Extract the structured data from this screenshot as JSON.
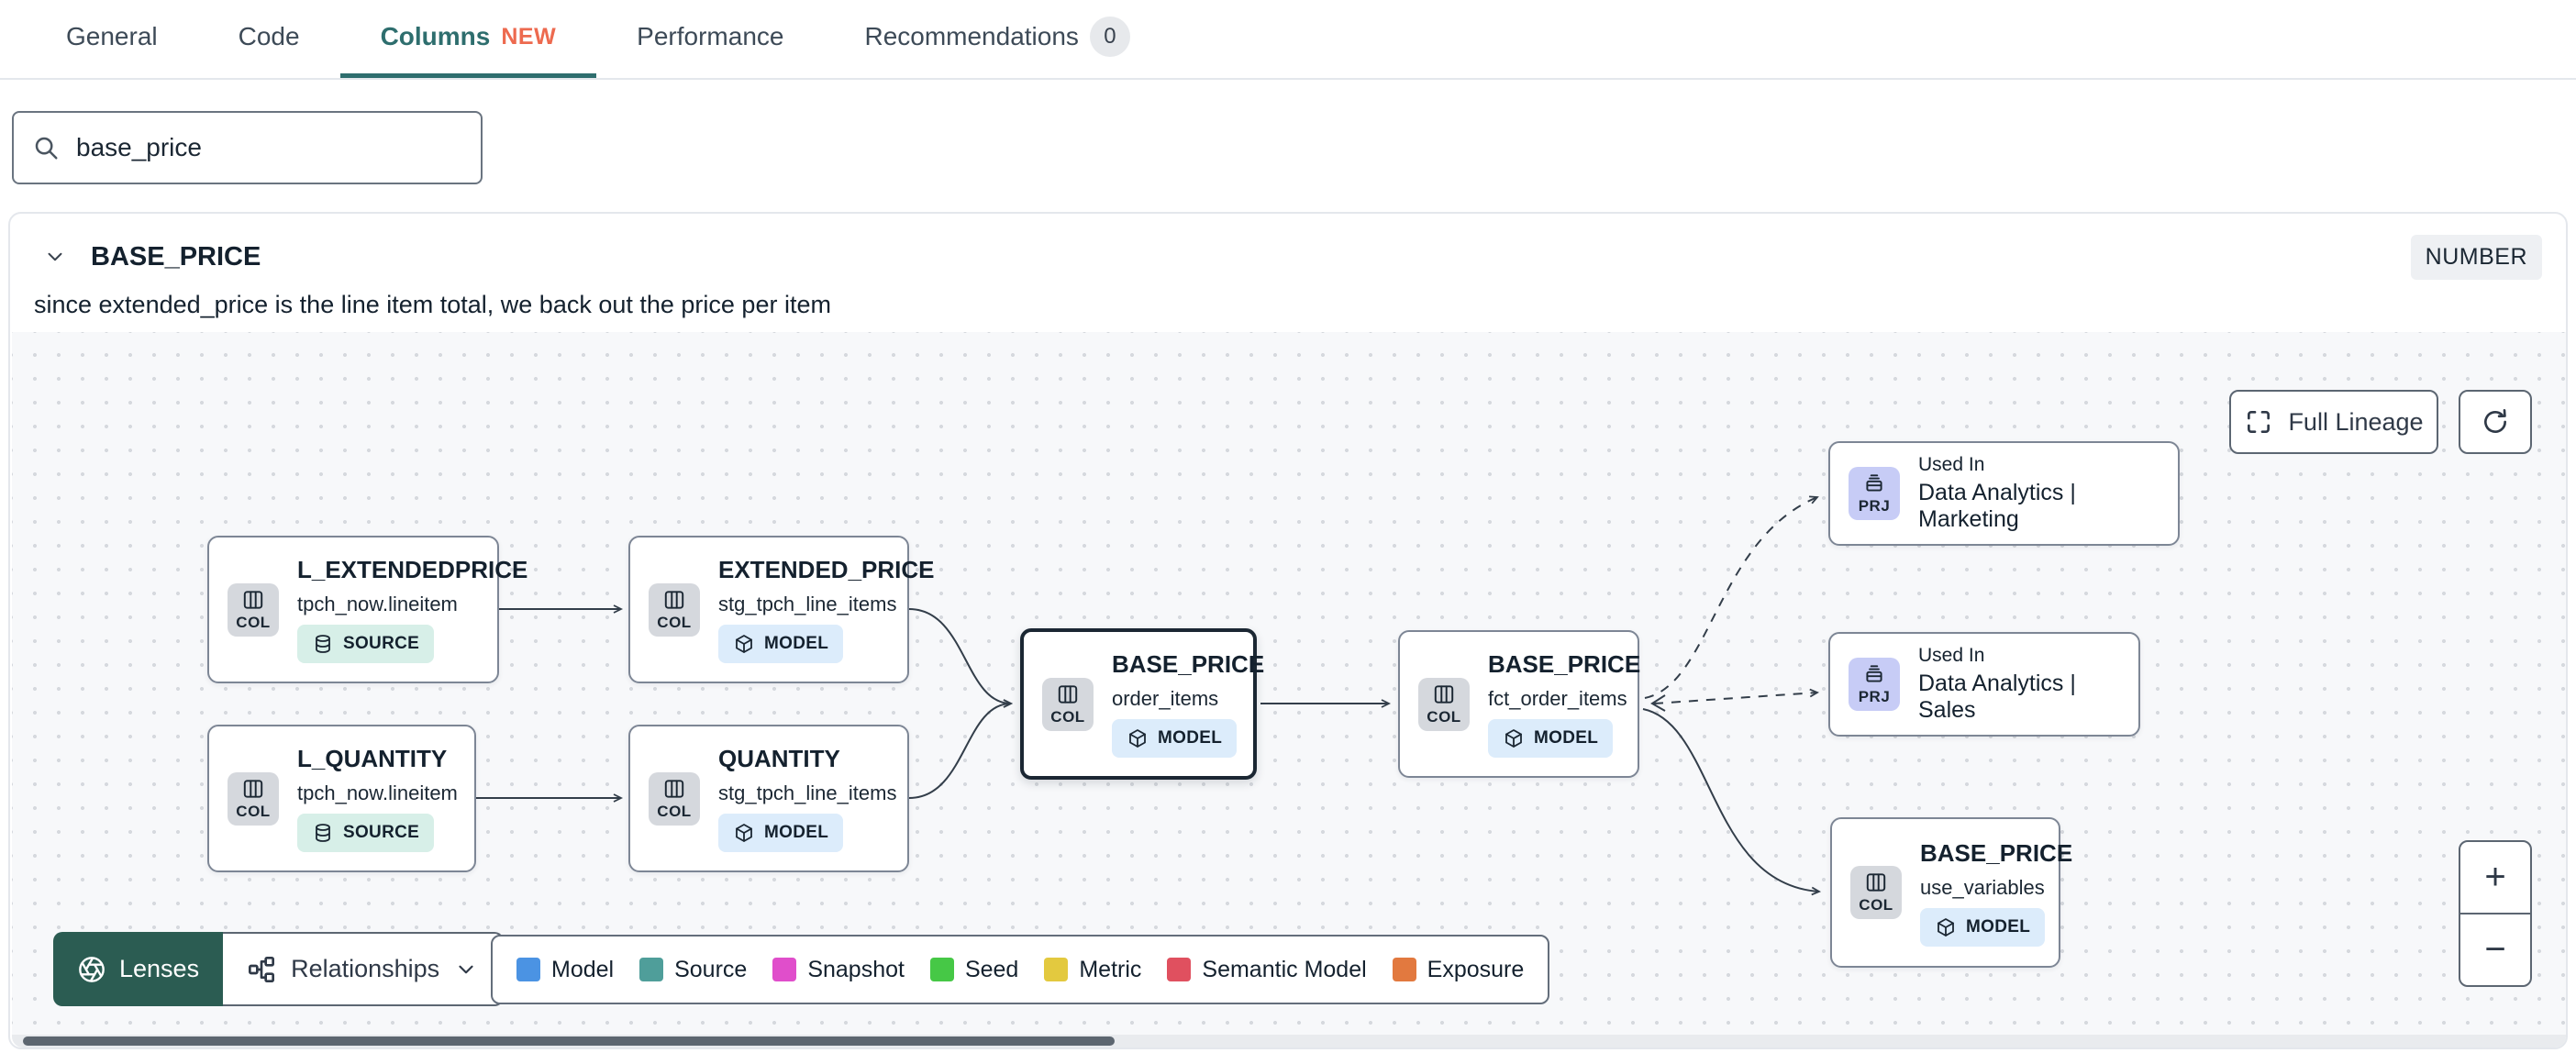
{
  "tabs": {
    "items": [
      {
        "label": "General"
      },
      {
        "label": "Code"
      },
      {
        "label": "Columns",
        "badge": "NEW",
        "active": true
      },
      {
        "label": "Performance"
      },
      {
        "label": "Recommendations",
        "count": "0"
      }
    ]
  },
  "search": {
    "value": "base_price"
  },
  "column": {
    "name": "BASE_PRICE",
    "data_type": "NUMBER",
    "description": "since extended_price is the line item total, we back out the price per item"
  },
  "lineage": {
    "controls": {
      "full_lineage": "Full Lineage",
      "zoom_in": "+",
      "zoom_out": "−"
    },
    "lenses": {
      "label": "Lenses"
    },
    "relationships": {
      "label": "Relationships"
    },
    "legend": {
      "items": [
        {
          "label": "Model",
          "color": "#4b93e3"
        },
        {
          "label": "Source",
          "color": "#4f9e9a"
        },
        {
          "label": "Snapshot",
          "color": "#e04ecb"
        },
        {
          "label": "Seed",
          "color": "#46c846"
        },
        {
          "label": "Metric",
          "color": "#e3c93f"
        },
        {
          "label": "Semantic Model",
          "color": "#e0505f"
        },
        {
          "label": "Exposure",
          "color": "#e2793f"
        }
      ]
    },
    "nodes": [
      {
        "chip": "COL",
        "title": "L_EXTENDEDPRICE",
        "subtitle": "tpch_now.lineitem",
        "type": "SOURCE"
      },
      {
        "chip": "COL",
        "title": "L_QUANTITY",
        "subtitle": "tpch_now.lineitem",
        "type": "SOURCE"
      },
      {
        "chip": "COL",
        "title": "EXTENDED_PRICE",
        "subtitle": "stg_tpch_line_items",
        "type": "MODEL"
      },
      {
        "chip": "COL",
        "title": "QUANTITY",
        "subtitle": "stg_tpch_line_items",
        "type": "MODEL"
      },
      {
        "chip": "COL",
        "title": "BASE_PRICE",
        "subtitle": "order_items",
        "type": "MODEL"
      },
      {
        "chip": "COL",
        "title": "BASE_PRICE",
        "subtitle": "fct_order_items",
        "type": "MODEL"
      },
      {
        "chip": "PRJ",
        "label": "Used In",
        "title": "Data Analytics | Marketing"
      },
      {
        "chip": "PRJ",
        "label": "Used In",
        "title": "Data Analytics | Sales"
      },
      {
        "chip": "COL",
        "title": "BASE_PRICE",
        "subtitle": "use_variables",
        "type": "MODEL"
      }
    ]
  }
}
